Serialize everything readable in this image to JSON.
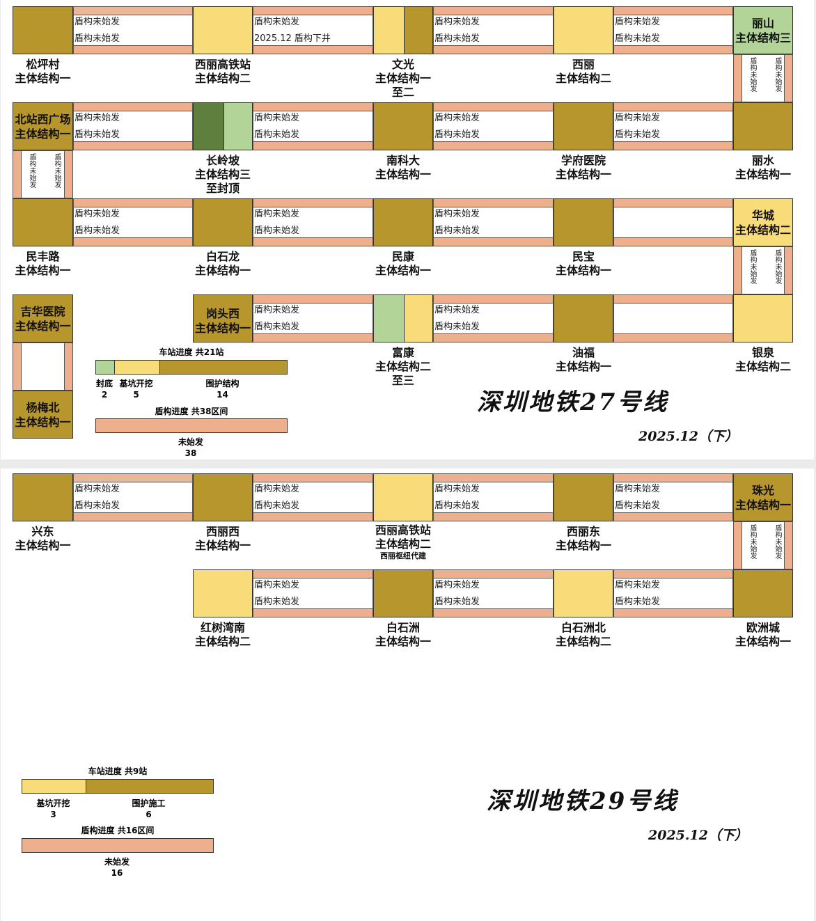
{
  "line27": {
    "title": "深圳地铁27号线",
    "date": "2025.12（下）",
    "stations": {
      "songpingcun": {
        "name": "松坪村",
        "status": "主体结构一"
      },
      "xilihsr": {
        "name": "西丽高铁站",
        "status": "主体结构二"
      },
      "wenguang": {
        "name": "文光",
        "status": "主体结构一",
        "status2": "至二"
      },
      "xili": {
        "name": "西丽",
        "status": "主体结构二"
      },
      "lishan": {
        "name": "丽山",
        "status": "主体结构三"
      },
      "beizhan": {
        "name": "北站西广场",
        "status": "主体结构一"
      },
      "changlingpo": {
        "name": "长岭坡",
        "status": "主体结构三",
        "status2": "至封顶"
      },
      "nankeda": {
        "name": "南科大",
        "status": "主体结构一"
      },
      "xuefu": {
        "name": "学府医院",
        "status": "主体结构一"
      },
      "lishui": {
        "name": "丽水",
        "status": "主体结构一"
      },
      "minfenglu": {
        "name": "民丰路",
        "status": "主体结构一"
      },
      "baishilong": {
        "name": "白石龙",
        "status": "主体结构一"
      },
      "minkang": {
        "name": "民康",
        "status": "主体结构一"
      },
      "minbao": {
        "name": "民宝",
        "status": "主体结构一"
      },
      "huacheng": {
        "name": "华城",
        "status": "主体结构二"
      },
      "jihua": {
        "name": "吉华医院",
        "status": "主体结构一"
      },
      "gangtouxi": {
        "name": "岗头西",
        "status": "主体结构一"
      },
      "fukang": {
        "name": "富康",
        "status": "主体结构二",
        "status2": "至三"
      },
      "youfu": {
        "name": "油福",
        "status": "主体结构一"
      },
      "yinquan": {
        "name": "银泉",
        "status": "主体结构二"
      },
      "yangmeibei": {
        "name": "杨梅北",
        "status": "主体结构一"
      }
    },
    "tunnel_text": "盾构未始发",
    "tunnel_text_special": "2025.12 盾构下井",
    "legend": {
      "station_title": "车站进度 共21站",
      "station_items": [
        {
          "label": "封底",
          "count": "2",
          "value": 2,
          "color": "#b2d498"
        },
        {
          "label": "基坑开挖",
          "count": "5",
          "value": 5,
          "color": "#f8dc7a"
        },
        {
          "label": "围护结构",
          "count": "14",
          "value": 14,
          "color": "#b8962e"
        }
      ],
      "shield_title": "盾构进度 共38区间",
      "shield_items": [
        {
          "label": "未始发",
          "count": "38",
          "value": 38,
          "color": "#eeb08c"
        }
      ]
    }
  },
  "line29": {
    "title": "深圳地铁29号线",
    "date": "2025.12（下）",
    "stations": {
      "xingdong": {
        "name": "兴东",
        "status": "主体结构一"
      },
      "xilixi": {
        "name": "西丽西",
        "status": "主体结构一"
      },
      "xilihsr": {
        "name": "西丽高铁站",
        "status": "主体结构二",
        "note": "西丽枢纽代建"
      },
      "xilidong": {
        "name": "西丽东",
        "status": "主体结构一"
      },
      "zhuguang": {
        "name": "珠光",
        "status": "主体结构一"
      },
      "hongshuwannan": {
        "name": "红树湾南",
        "status": "主体结构二"
      },
      "baishizhou": {
        "name": "白石洲",
        "status": "主体结构一"
      },
      "baishizhoubei": {
        "name": "白石洲北",
        "status": "主体结构二"
      },
      "ouzhoucheng": {
        "name": "欧洲城",
        "status": "主体结构一"
      }
    },
    "tunnel_text": "盾构未始发",
    "legend": {
      "station_title": "车站进度 共9站",
      "station_items": [
        {
          "label": "基坑开挖",
          "count": "3",
          "value": 3,
          "color": "#f8dc7a"
        },
        {
          "label": "围护施工",
          "count": "6",
          "value": 6,
          "color": "#b8962e"
        }
      ],
      "shield_title": "盾构进度 共16区间",
      "shield_items": [
        {
          "label": "未始发",
          "count": "16",
          "value": 16,
          "color": "#eeb08c"
        }
      ]
    }
  }
}
